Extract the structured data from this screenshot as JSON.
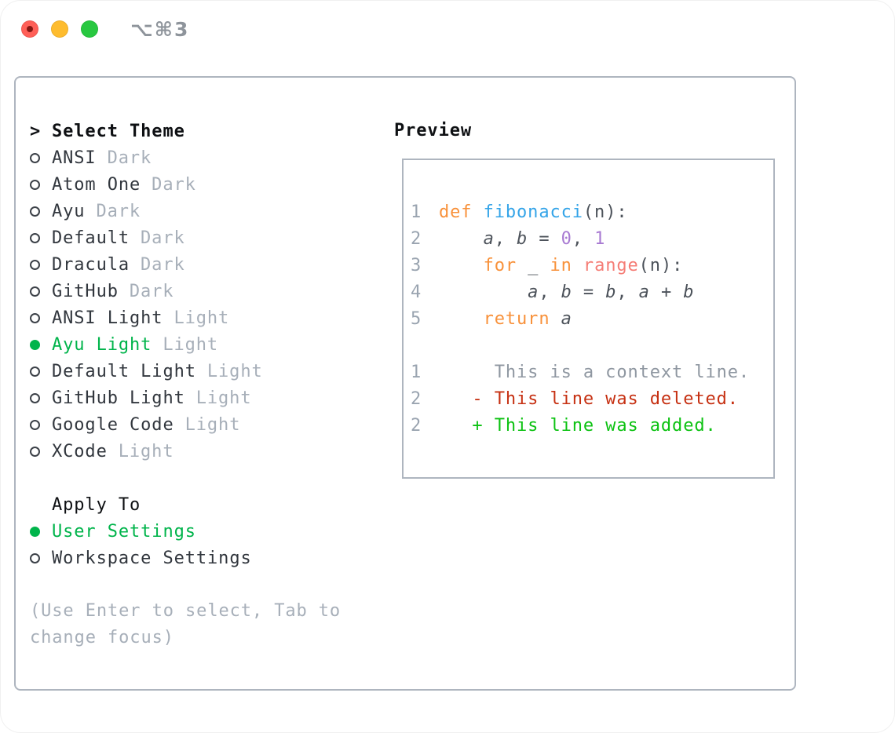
{
  "window": {
    "title": "⌥⌘3"
  },
  "titlebar": {
    "buttons": [
      {
        "icon": "close-traffic-light",
        "color": "#ff5f57"
      },
      {
        "icon": "minimize-traffic-light",
        "color": "#febc2e"
      },
      {
        "icon": "zoom-traffic-light",
        "color": "#28c840"
      }
    ]
  },
  "theme_picker": {
    "cursor": ">",
    "header": "Select Theme",
    "items": [
      {
        "name": "ANSI",
        "variant": "Dark",
        "selected": false
      },
      {
        "name": "Atom One",
        "variant": "Dark",
        "selected": false
      },
      {
        "name": "Ayu",
        "variant": "Dark",
        "selected": false
      },
      {
        "name": "Default",
        "variant": "Dark",
        "selected": false
      },
      {
        "name": "Dracula",
        "variant": "Dark",
        "selected": false
      },
      {
        "name": "GitHub",
        "variant": "Dark",
        "selected": false
      },
      {
        "name": "ANSI Light",
        "variant": "Light",
        "selected": false
      },
      {
        "name": "Ayu Light",
        "variant": "Light",
        "selected": true
      },
      {
        "name": "Default Light",
        "variant": "Light",
        "selected": false
      },
      {
        "name": "GitHub Light",
        "variant": "Light",
        "selected": false
      },
      {
        "name": "Google Code",
        "variant": "Light",
        "selected": false
      },
      {
        "name": "XCode",
        "variant": "Light",
        "selected": false
      }
    ],
    "apply_to": {
      "header": "Apply To",
      "options": [
        {
          "label": "User Settings",
          "selected": true
        },
        {
          "label": "Workspace Settings",
          "selected": false
        }
      ]
    },
    "hint_lines": [
      "(Use Enter to select, Tab to",
      "change focus)"
    ]
  },
  "preview": {
    "label": "Preview",
    "code_lines": [
      {
        "num": "1",
        "segments": [
          {
            "text": "def",
            "cls": "k"
          },
          {
            "text": " ",
            "cls": "p"
          },
          {
            "text": "fibonacci",
            "cls": "f"
          },
          {
            "text": "(n):",
            "cls": "p"
          }
        ]
      },
      {
        "num": "2",
        "segments": [
          {
            "text": "    ",
            "cls": "p"
          },
          {
            "text": "a",
            "cls": "v"
          },
          {
            "text": ", ",
            "cls": "p"
          },
          {
            "text": "b",
            "cls": "v"
          },
          {
            "text": " = ",
            "cls": "p"
          },
          {
            "text": "0",
            "cls": "n"
          },
          {
            "text": ", ",
            "cls": "p"
          },
          {
            "text": "1",
            "cls": "n"
          }
        ]
      },
      {
        "num": "3",
        "segments": [
          {
            "text": "    ",
            "cls": "p"
          },
          {
            "text": "for",
            "cls": "k"
          },
          {
            "text": " _ ",
            "cls": "p"
          },
          {
            "text": "in",
            "cls": "k"
          },
          {
            "text": " ",
            "cls": "p"
          },
          {
            "text": "range",
            "cls": "b"
          },
          {
            "text": "(n):",
            "cls": "p"
          }
        ]
      },
      {
        "num": "4",
        "segments": [
          {
            "text": "        ",
            "cls": "p"
          },
          {
            "text": "a",
            "cls": "v"
          },
          {
            "text": ", ",
            "cls": "p"
          },
          {
            "text": "b",
            "cls": "v"
          },
          {
            "text": " = ",
            "cls": "p"
          },
          {
            "text": "b",
            "cls": "v"
          },
          {
            "text": ", ",
            "cls": "p"
          },
          {
            "text": "a",
            "cls": "v"
          },
          {
            "text": " + ",
            "cls": "p"
          },
          {
            "text": "b",
            "cls": "v"
          }
        ]
      },
      {
        "num": "5",
        "segments": [
          {
            "text": "    ",
            "cls": "p"
          },
          {
            "text": "return",
            "cls": "k"
          },
          {
            "text": " ",
            "cls": "p"
          },
          {
            "text": "a",
            "cls": "v"
          }
        ]
      },
      {
        "num": "",
        "segments": []
      },
      {
        "num": "1",
        "segments": [
          {
            "text": "     This is a context line.",
            "cls": "c"
          }
        ]
      },
      {
        "num": "2",
        "segments": [
          {
            "text": "   - This line was deleted.",
            "cls": "d"
          }
        ]
      },
      {
        "num": "2",
        "segments": [
          {
            "text": "   + This line was added.",
            "cls": "a"
          }
        ]
      }
    ]
  },
  "colors": {
    "green_accent": "#00b44b",
    "added_green": "#0cc212",
    "deleted_red": "#c63012",
    "keyword_orange": "#f8913a",
    "function_blue": "#34a4e8",
    "builtin_coral": "#f57d76",
    "number_purple": "#a87ad2",
    "code_plain": "#4c525a",
    "context_gray": "#8f97a1",
    "muted_gray": "#a7afb9",
    "line_number_gray": "#9aa4b0",
    "text_dark": "#32373e",
    "heading_black": "#0e1013",
    "border_gray": "#aeb5bf",
    "title_gray": "#8e949b",
    "traffic_red": "#ff5f57",
    "traffic_yellow": "#febc2e",
    "traffic_green": "#28c840"
  }
}
